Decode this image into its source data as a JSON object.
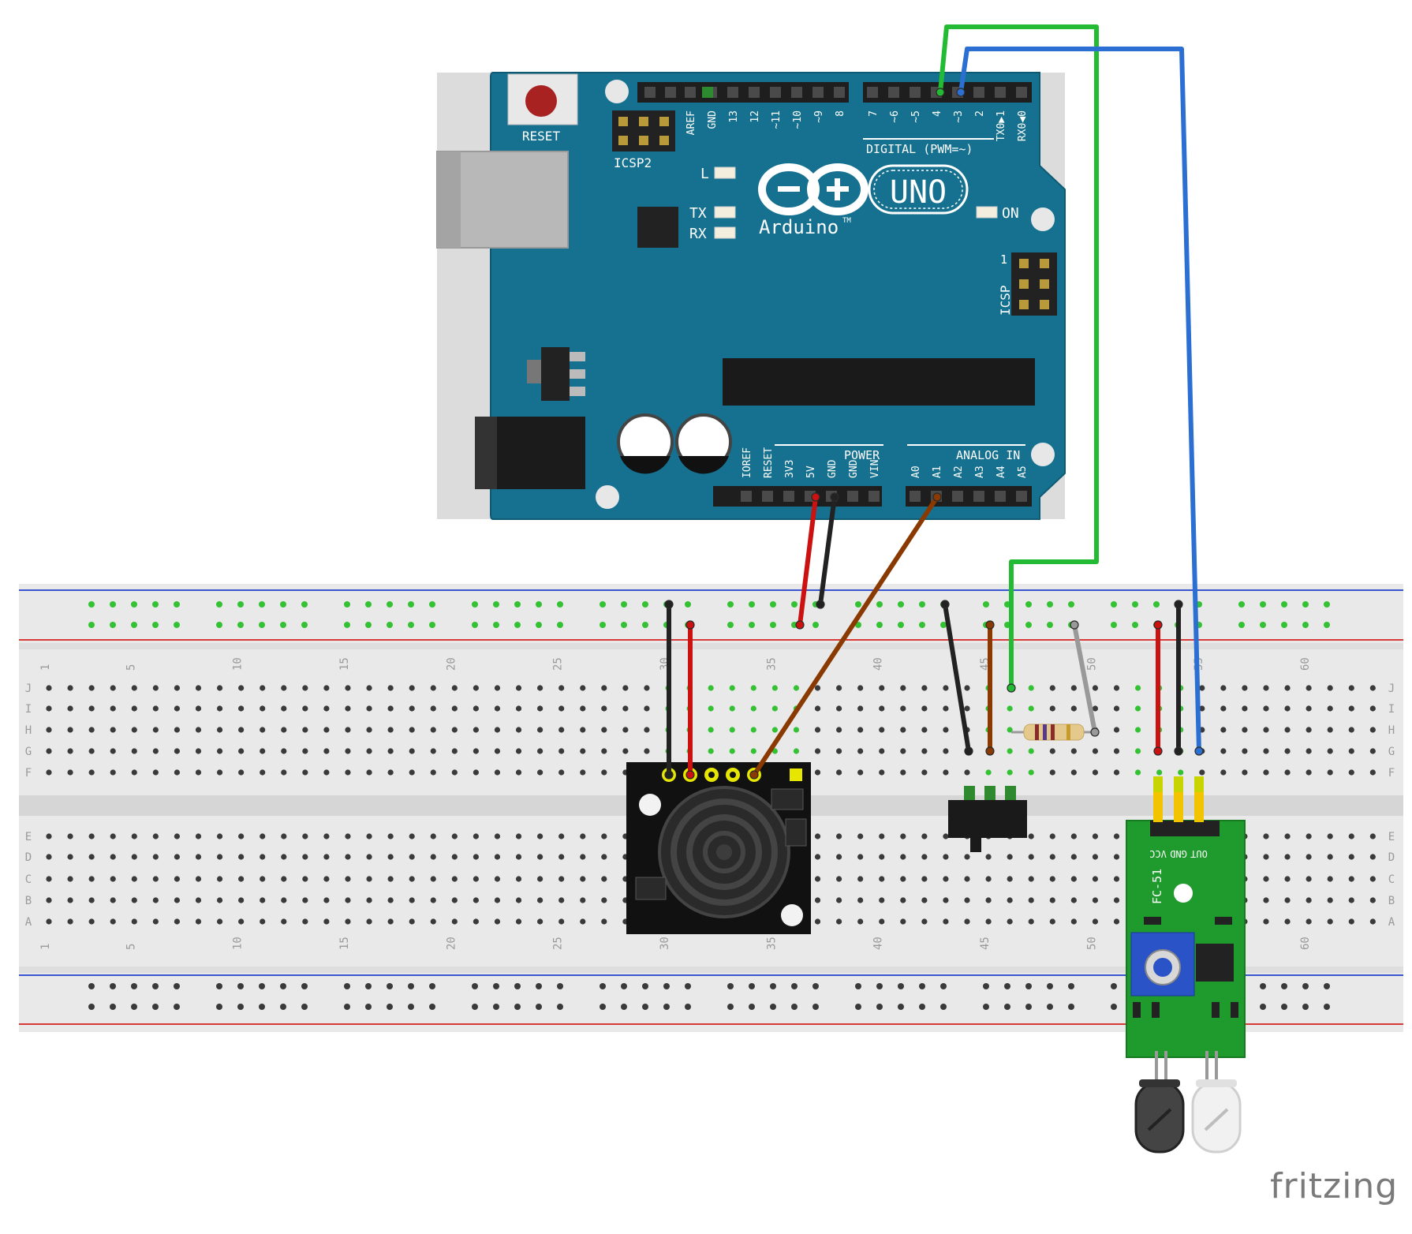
{
  "arduino": {
    "reset_label": "RESET",
    "icsp2_label": "ICSP2",
    "icsp_label": "ICSP",
    "icsp_pin1_label": "1",
    "logo_text": "Arduino",
    "logo_tm": "TM",
    "model_label": "UNO",
    "digital_label": "DIGITAL (PWM=~)",
    "power_label": "POWER",
    "analog_label": "ANALOG IN",
    "led_l": "L",
    "led_tx": "TX",
    "led_rx": "RX",
    "led_on": "ON",
    "top_header_left_pins": [
      "AREF",
      "GND",
      "13",
      "12",
      "~11",
      "~10",
      "~9",
      "8"
    ],
    "top_header_right_pins": [
      "7",
      "~6",
      "~5",
      "4",
      "~3",
      "2",
      "TX0▶1",
      "RX0◀0"
    ],
    "power_pins": [
      "IOREF",
      "RESET",
      "3V3",
      "5V",
      "GND",
      "GND",
      "VIN"
    ],
    "analog_pins": [
      "A0",
      "A1",
      "A2",
      "A3",
      "A4",
      "A5"
    ]
  },
  "breadboard": {
    "row_labels_top": [
      "J",
      "I",
      "H",
      "G",
      "F"
    ],
    "row_labels_bottom": [
      "E",
      "D",
      "C",
      "B",
      "A"
    ],
    "column_numbers": [
      "1",
      "5",
      "10",
      "15",
      "20",
      "25",
      "30",
      "35",
      "40",
      "45",
      "50",
      "55",
      "60"
    ]
  },
  "ir_module": {
    "name": "FC-51",
    "pin_labels": [
      "OUT",
      "GND",
      "VCC"
    ]
  },
  "wires": {
    "colors": {
      "red": "#cc1111",
      "black": "#222222",
      "brown": "#8a3a00",
      "green": "#22bb33",
      "blue": "#2a6fd1",
      "gray": "#999999"
    }
  },
  "branding": {
    "text": "fritzing"
  },
  "colors": {
    "board": "#15718f",
    "board_edge": "#0e5a73",
    "breadboard": "#e9e9e9",
    "hole_green": "#34c234",
    "pcb_green": "#1f9a2c"
  }
}
